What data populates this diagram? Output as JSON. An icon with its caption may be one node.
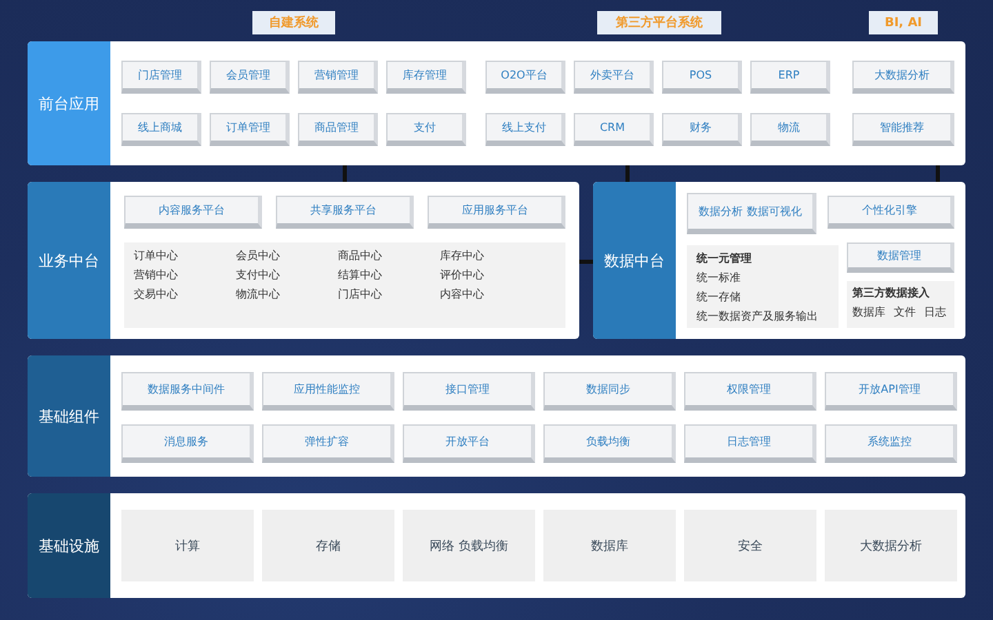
{
  "diagram": {
    "nodes": [
      {
        "text": [
          "前台应用"
        ]
      },
      {
        "text": [
          "门店管理"
        ],
        "in": 0
      },
      {
        "text": [
          "线上商城"
        ],
        "in": 0
      },
      {
        "text": [
          "会员管理"
        ],
        "in": 0
      },
      {
        "text": [
          "订单管理"
        ],
        "in": 0
      },
      {
        "text": [
          "营销管理"
        ],
        "in": 0
      },
      {
        "text": [
          "商品管理"
        ],
        "in": 0
      },
      {
        "text": [
          "库存管理"
        ],
        "in": 0
      },
      {
        "text": [
          "支付"
        ],
        "in": 0
      },
      {
        "text": [
          "自建系统"
        ]
      },
      {
        "text": [
          "O2O平台"
        ],
        "in": 0
      },
      {
        "text": [
          "线上支付"
        ],
        "in": 0
      },
      {
        "text": [
          "外卖平台"
        ],
        "in": 0
      },
      {
        "text": [
          "CRM"
        ],
        "in": 0
      },
      {
        "text": [
          "POS"
        ],
        "in": 0
      },
      {
        "text": [
          "财务"
        ],
        "in": 0
      },
      {
        "text": [
          "ERP"
        ],
        "in": 0
      },
      {
        "text": [
          "物流"
        ],
        "in": 0
      },
      {
        "text": [
          "第三方平台系统"
        ]
      },
      {
        "text": [
          "大数据分析"
        ],
        "in": 0
      },
      {
        "text": [
          "智能推荐"
        ],
        "in": 0
      },
      {
        "text": [
          "BI, AI"
        ]
      },
      {
        "text": [
          "业务中台"
        ]
      },
      {
        "text": [
          "内容服务平台"
        ],
        "in": 22
      },
      {
        "text": [
          "共享服务平台"
        ],
        "in": 22
      },
      {
        "text": [
          "应用服务平台"
        ],
        "in": 22
      },
      {
        "text": [
          "订单中心",
          "会员中心",
          "商品中心",
          "库存中心",
          "营销中心",
          "支付中心",
          "结算中心",
          "评价中心",
          "交易中心",
          "物流中心",
          "门店中心",
          "内容中心"
        ],
        "in": 22
      },
      {
        "text": [
          "数据中台"
        ]
      },
      {
        "text": [
          "数据分析 数据可视化"
        ],
        "in": 27
      },
      {
        "text": [
          "个性化引擎"
        ],
        "in": 27
      },
      {
        "text": [
          "数据管理"
        ],
        "in": 27
      },
      {
        "text": [
          "统一元管理",
          "统一标准",
          "统一存储",
          "统一数据资产及服务输出"
        ],
        "in": 27
      },
      {
        "text": [
          "第三方数据接入",
          "数据库",
          "文件",
          "日志"
        ],
        "in": 27
      },
      {
        "text": [
          "基础组件"
        ]
      },
      {
        "text": [
          "数据服务中间件"
        ],
        "in": 33
      },
      {
        "text": [
          "消息服务"
        ],
        "in": 33
      },
      {
        "text": [
          "应用性能监控"
        ],
        "in": 33
      },
      {
        "text": [
          "弹性扩容"
        ],
        "in": 33
      },
      {
        "text": [
          "接口管理"
        ],
        "in": 33
      },
      {
        "text": [
          "开放平台"
        ],
        "in": 33
      },
      {
        "text": [
          "数据同步"
        ],
        "in": 33
      },
      {
        "text": [
          "负载均衡"
        ],
        "in": 33
      },
      {
        "text": [
          "权限管理"
        ],
        "in": 33
      },
      {
        "text": [
          "日志管理"
        ],
        "in": 33
      },
      {
        "text": [
          "开放API管理"
        ],
        "in": 33
      },
      {
        "text": [
          "系统监控"
        ],
        "in": 33
      },
      {
        "text": [
          "基础设施"
        ]
      },
      {
        "text": [
          "计算"
        ],
        "in": 46
      },
      {
        "text": [
          "存储"
        ],
        "in": 46
      },
      {
        "text": [
          "网络 负载均衡"
        ],
        "in": 46
      },
      {
        "text": [
          "数据库"
        ],
        "in": 46
      },
      {
        "text": [
          "安全"
        ],
        "in": 46
      },
      {
        "text": [
          "大数据分析"
        ],
        "in": 46
      }
    ],
    "edges": [
      {
        "from": 0,
        "to": 22,
        "arrow": "none"
      },
      {
        "from": 0,
        "to": 27,
        "arrow": "none"
      },
      {
        "from": 22,
        "to": 27,
        "arrow": "none"
      },
      {
        "from": 0,
        "to": 27,
        "arrow": "none"
      }
    ]
  }
}
